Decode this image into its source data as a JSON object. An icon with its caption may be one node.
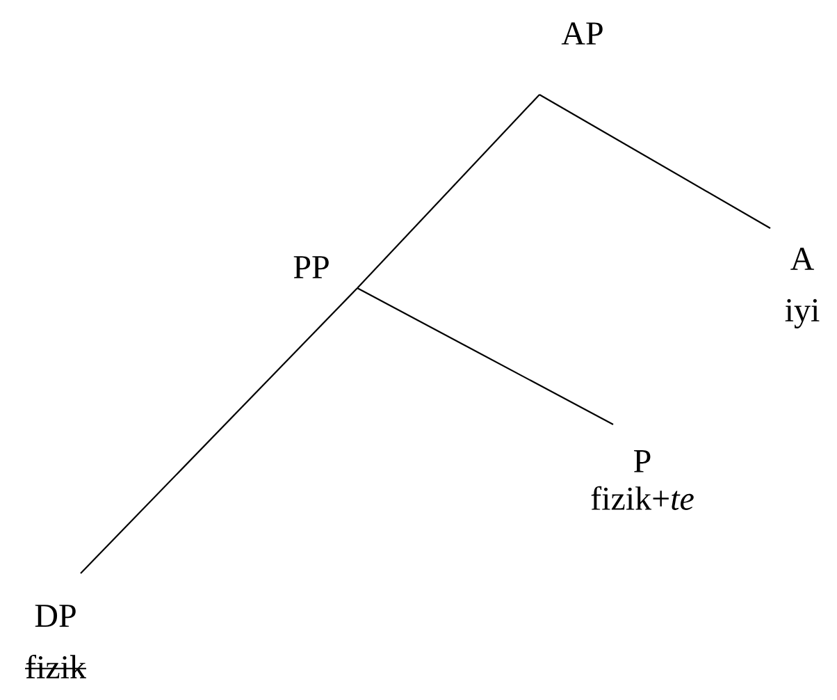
{
  "diagram": {
    "nodes": [
      {
        "text": [
          "AP"
        ]
      },
      {
        "text": [
          "PP"
        ]
      },
      {
        "text": [
          "A",
          "iyi"
        ]
      },
      {
        "text": [
          "P",
          "fizik+*te*"
        ]
      },
      {
        "text": [
          "DP",
          "fizik"
        ]
      }
    ],
    "edges": [
      {
        "from": 0,
        "to": 1,
        "arrow": "none"
      },
      {
        "from": 0,
        "to": 2,
        "arrow": "none"
      },
      {
        "from": 1,
        "to": 3,
        "arrow": "none"
      },
      {
        "from": 1,
        "to": 4,
        "arrow": "none"
      }
    ]
  }
}
